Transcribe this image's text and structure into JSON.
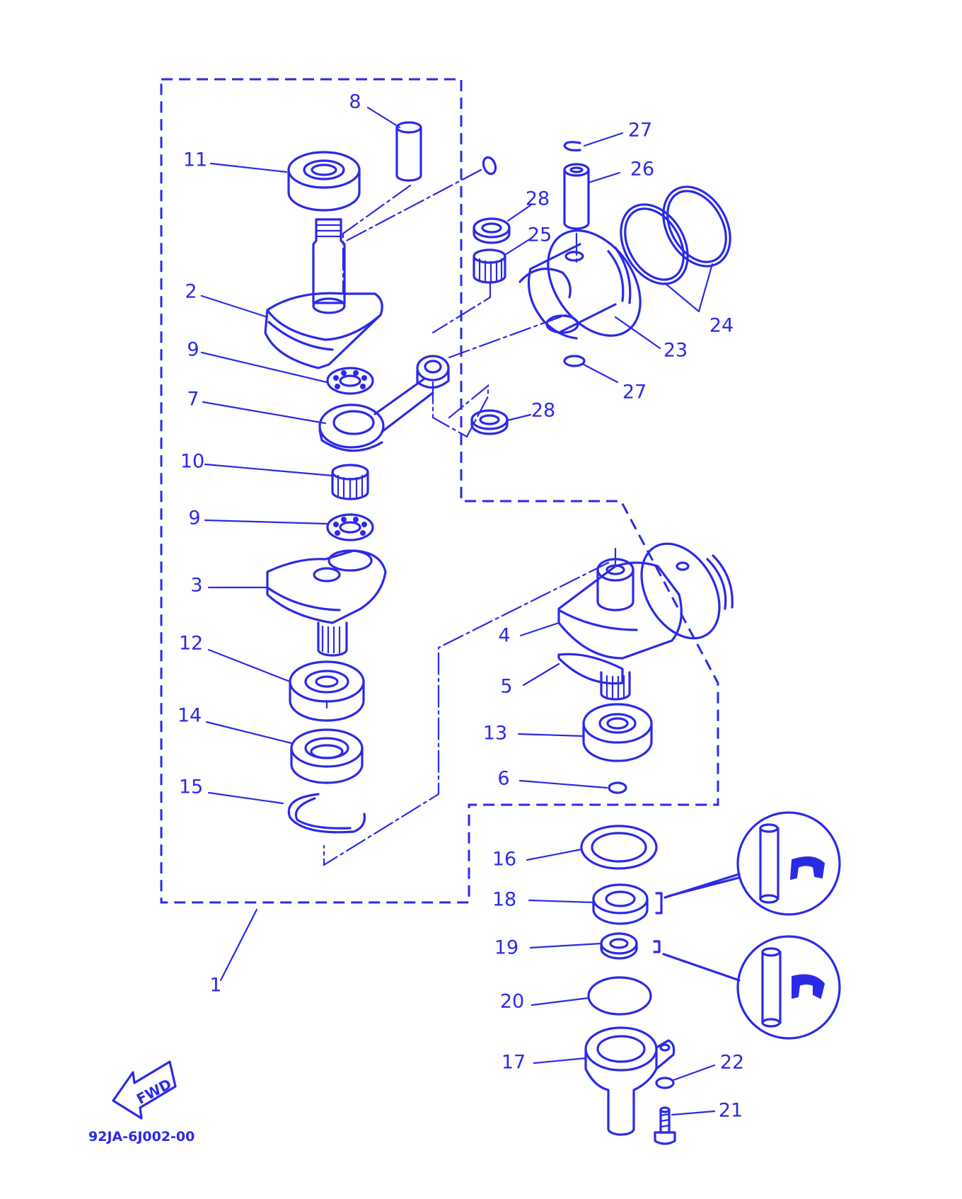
{
  "diagram": {
    "accent_color": "#2a2ae6",
    "drawing_code": "92JA-6J002-00",
    "direction_arrow": "FWD",
    "callouts": [
      {
        "id": "c1",
        "text": "1"
      },
      {
        "id": "c2",
        "text": "2"
      },
      {
        "id": "c3",
        "text": "3"
      },
      {
        "id": "c4",
        "text": "4"
      },
      {
        "id": "c5",
        "text": "5"
      },
      {
        "id": "c6",
        "text": "6"
      },
      {
        "id": "c7",
        "text": "7"
      },
      {
        "id": "c8",
        "text": "8"
      },
      {
        "id": "c9a",
        "text": "9"
      },
      {
        "id": "c9b",
        "text": "9"
      },
      {
        "id": "c10",
        "text": "10"
      },
      {
        "id": "c11",
        "text": "11"
      },
      {
        "id": "c12",
        "text": "12"
      },
      {
        "id": "c13",
        "text": "13"
      },
      {
        "id": "c14",
        "text": "14"
      },
      {
        "id": "c15",
        "text": "15"
      },
      {
        "id": "c16",
        "text": "16"
      },
      {
        "id": "c17",
        "text": "17"
      },
      {
        "id": "c18",
        "text": "18"
      },
      {
        "id": "c19",
        "text": "19"
      },
      {
        "id": "c20",
        "text": "20"
      },
      {
        "id": "c21",
        "text": "21"
      },
      {
        "id": "c22",
        "text": "22"
      },
      {
        "id": "c23",
        "text": "23"
      },
      {
        "id": "c24",
        "text": "24"
      },
      {
        "id": "c25",
        "text": "25"
      },
      {
        "id": "c26",
        "text": "26"
      },
      {
        "id": "c27a",
        "text": "27"
      },
      {
        "id": "c27b",
        "text": "27"
      },
      {
        "id": "c28a",
        "text": "28"
      },
      {
        "id": "c28b",
        "text": "28"
      }
    ]
  }
}
